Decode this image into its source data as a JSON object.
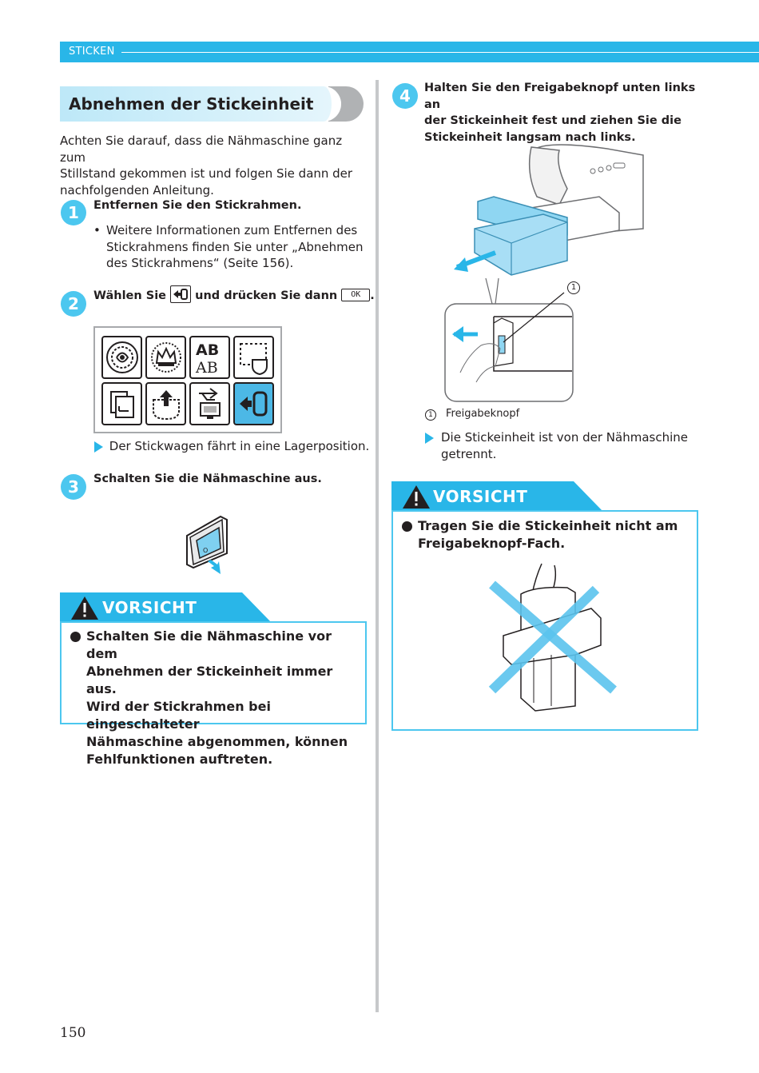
{
  "header": {
    "section_label": "STICKEN"
  },
  "section": {
    "title": "Abnehmen der Stickeinheit"
  },
  "intro": {
    "lines": [
      "Achten Sie darauf, dass die Nähmaschine ganz zum",
      "Stillstand gekommen ist und folgen Sie dann der",
      "nachfolgenden Anleitung."
    ]
  },
  "steps": [
    {
      "number": "1",
      "title": "Entfernen Sie den Stickrahmen.",
      "bullet": "•",
      "bullet_lines": [
        "Weitere Informationen zum Entfernen des",
        "Stickrahmens finden Sie unter „Abnehmen",
        "des Stickrahmens“ (Seite 156)."
      ]
    },
    {
      "number": "2",
      "title_prefix": "Wählen Sie",
      "title_middle": "und drücken Sie dann",
      "title_suffix": ".",
      "ok_key": "OK",
      "result": "Der Stickwagen fährt in eine Lagerposition."
    },
    {
      "number": "3",
      "title": "Schalten Sie die Nähmaschine aus."
    },
    {
      "number": "4",
      "title_lines": [
        "Halten Sie den Freigabeknopf unten links an",
        "der Stickeinheit fest und ziehen Sie die",
        "Stickeinheit langsam nach links."
      ],
      "callout_number": "1",
      "legend_number": "1",
      "legend_label": "Freigabeknopf",
      "result_lines": [
        "Die Stickeinheit ist von der Nähmaschine",
        "getrennt."
      ]
    }
  ],
  "screen_icons": [
    "embroidery-pattern-icon",
    "crown-pattern-icon",
    "letters-icon",
    "frame-pattern-icon",
    "memory-icon",
    "pocket-upload-icon",
    "usb-icon",
    "carriage-return-icon"
  ],
  "switch_label": "O",
  "caution_left": {
    "title": "VORSICHT",
    "lines": [
      "Schalten Sie die Nähmaschine vor dem",
      "Abnehmen der Stickeinheit immer aus.",
      "Wird der Stickrahmen bei eingeschalteter",
      "Nähmaschine abgenommen, können",
      "Fehlfunktionen auftreten."
    ]
  },
  "caution_right": {
    "title": "VORSICHT",
    "lines": [
      "Tragen Sie die Stickeinheit nicht am",
      "Freigabeknopf-Fach."
    ]
  },
  "page_number": "150",
  "colors": {
    "accent": "#29b6e8",
    "accent_light": "#4cc7ef",
    "text": "#231f20",
    "cross": "#5bc4ee"
  }
}
